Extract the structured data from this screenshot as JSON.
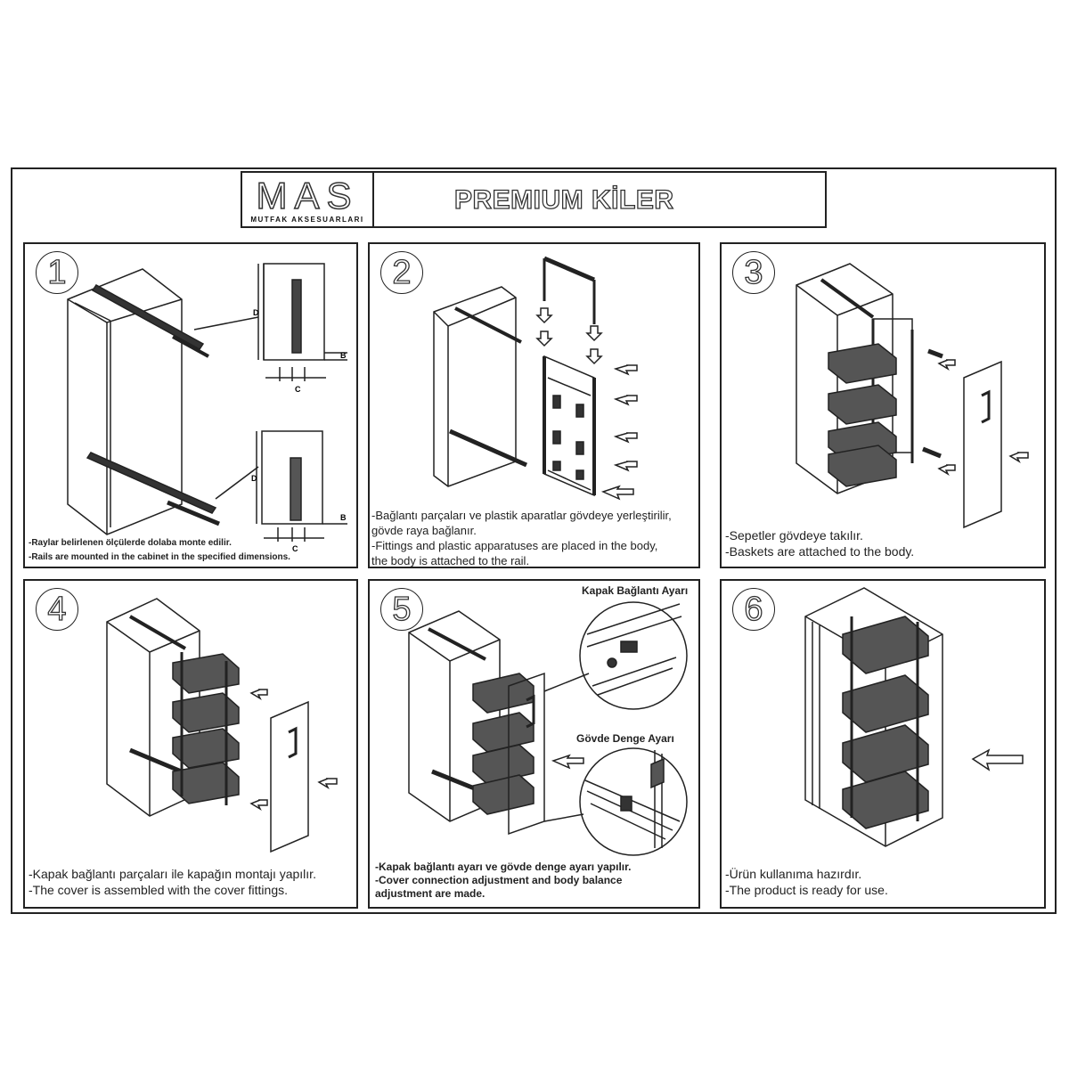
{
  "brand": {
    "name": "MAS",
    "tagline": "MUTFAK AKSESUARLARI"
  },
  "title": "PREMIUM KİLER",
  "steps": [
    {
      "number": "1",
      "dim_d": "D",
      "dim_c": "C",
      "dim_b": "B",
      "caption": [
        "-Raylar belirlenen ölçülerde dolaba monte edilir.",
        "-Rails are mounted in the cabinet in the specified dimensions."
      ]
    },
    {
      "number": "2",
      "caption": [
        "-Bağlantı parçaları ve plastik aparatlar gövdeye yerleştirilir,",
        "gövde raya bağlanır.",
        "-Fittings and plastic apparatuses are placed in the body,",
        "the body is attached to the rail."
      ]
    },
    {
      "number": "3",
      "caption": [
        "-Sepetler gövdeye takılır.",
        "-Baskets are attached to the body."
      ]
    },
    {
      "number": "4",
      "caption": [
        "-Kapak bağlantı parçaları ile kapağın montajı yapılır.",
        "-The cover is assembled with the cover fittings."
      ]
    },
    {
      "number": "5",
      "callout_top": "Kapak Bağlantı Ayarı",
      "callout_bottom": "Gövde Denge Ayarı",
      "caption": [
        "-Kapak bağlantı ayarı ve gövde denge ayarı yapılır.",
        "-Cover connection adjustment and body balance",
        "adjustment are made."
      ]
    },
    {
      "number": "6",
      "caption": [
        "-Ürün kullanıma hazırdır.",
        "-The product is ready for use."
      ]
    }
  ]
}
